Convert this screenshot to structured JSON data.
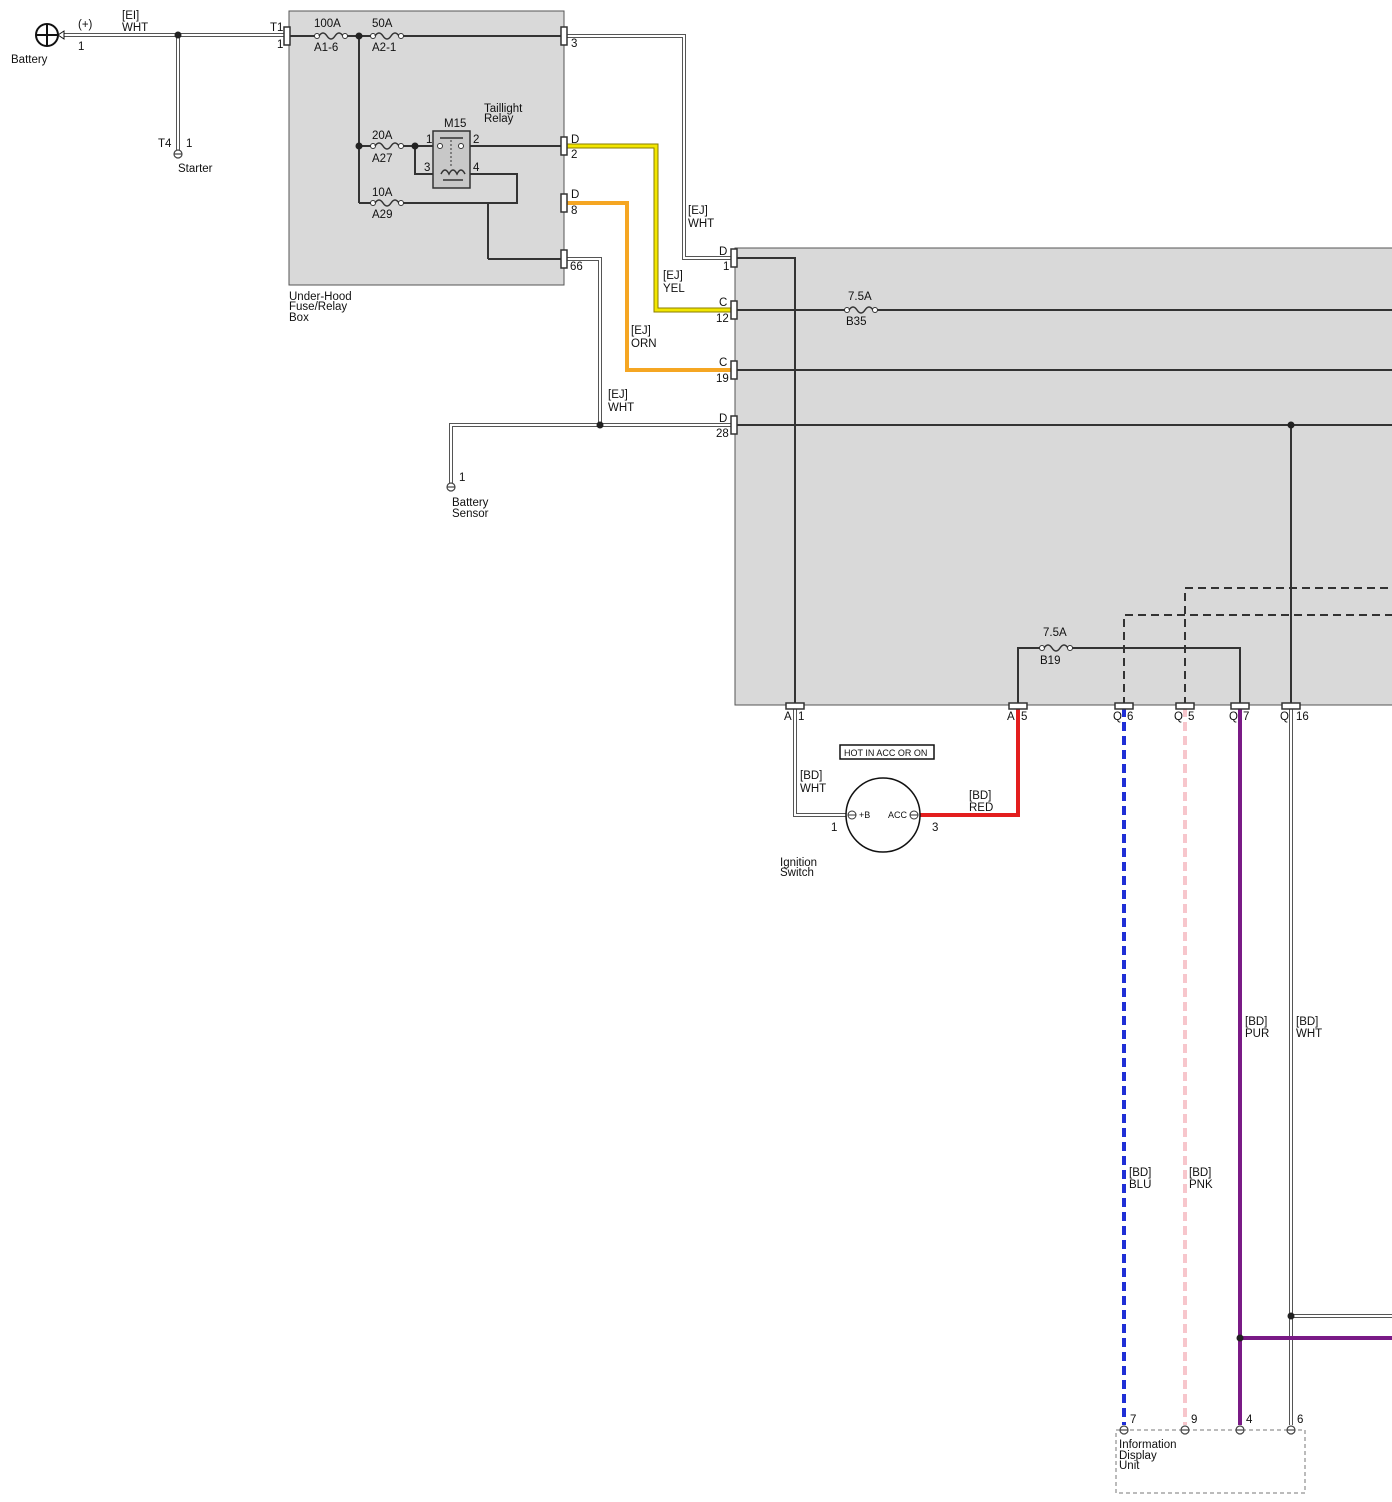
{
  "battery": {
    "label": "Battery",
    "polarity": "(+)",
    "pin": "1"
  },
  "starter": {
    "conn": "T4",
    "pin": "1",
    "label": "Starter"
  },
  "fuse_box": {
    "label": [
      "Under-Hood",
      "Fuse/Relay",
      "Box"
    ],
    "input_conn": "T1",
    "input_pin": "1",
    "fuses": [
      {
        "rating": "100A",
        "id": "A1-6"
      },
      {
        "rating": "50A",
        "id": "A2-1"
      },
      {
        "rating": "20A",
        "id": "A27"
      },
      {
        "rating": "10A",
        "id": "A29"
      }
    ],
    "relay": {
      "id": "M15",
      "name": [
        "Taillight",
        "Relay"
      ],
      "pins": [
        "1",
        "2",
        "3",
        "4"
      ]
    },
    "outputs": [
      {
        "conn": "",
        "pin": "3"
      },
      {
        "conn": "D",
        "pin": "2"
      },
      {
        "conn": "D",
        "pin": "8"
      },
      {
        "conn": "",
        "pin": "66"
      }
    ]
  },
  "wires": [
    {
      "harness": "[EI]",
      "color": "WHT"
    },
    {
      "harness": "[EJ]",
      "color": "WHT"
    },
    {
      "harness": "[EJ]",
      "color": "YEL"
    },
    {
      "harness": "[EJ]",
      "color": "ORN"
    },
    {
      "harness": "[EJ]",
      "color": "WHT"
    },
    {
      "harness": "[BD]",
      "color": "WHT"
    },
    {
      "harness": "[BD]",
      "color": "RED"
    },
    {
      "harness": "[BD]",
      "color": "BLU"
    },
    {
      "harness": "[BD]",
      "color": "PNK"
    },
    {
      "harness": "[BD]",
      "color": "PUR"
    },
    {
      "harness": "[BD]",
      "color": "WHT"
    }
  ],
  "battery_sensor": {
    "pin": "1",
    "label": [
      "Battery",
      "Sensor"
    ]
  },
  "main_box": {
    "left_pins": [
      {
        "conn": "D",
        "pin": "1"
      },
      {
        "conn": "C",
        "pin": "12"
      },
      {
        "conn": "C",
        "pin": "19"
      },
      {
        "conn": "D",
        "pin": "28"
      }
    ],
    "fuses": [
      {
        "rating": "7.5A",
        "id": "B35"
      },
      {
        "rating": "7.5A",
        "id": "B19"
      }
    ],
    "bottom_pins": [
      {
        "conn": "A",
        "pin": "1"
      },
      {
        "conn": "A",
        "pin": "5"
      },
      {
        "conn": "Q",
        "pin": "6"
      },
      {
        "conn": "Q",
        "pin": "5"
      },
      {
        "conn": "Q",
        "pin": "7"
      },
      {
        "conn": "Q",
        "pin": "16"
      }
    ]
  },
  "ignition": {
    "note": "HOT IN ACC OR ON",
    "label": [
      "Ignition",
      "Switch"
    ],
    "terminals": [
      "+B",
      "ACC"
    ],
    "pins": [
      "1",
      "3"
    ]
  },
  "info_display": {
    "label": [
      "Information",
      "Display",
      "Unit"
    ],
    "pins": [
      "7",
      "9",
      "4",
      "6"
    ]
  },
  "colors": {
    "WHT": "#ffffff",
    "YEL": "#f2e600",
    "ORN": "#f5a623",
    "RED": "#e31e1e",
    "BLU": "#1f2fd6",
    "PNK": "#f7c6cc",
    "PUR": "#7a1a86",
    "BLACK": "#333333",
    "box_fill": "#d9d9d9",
    "wire_outline": "#555555"
  }
}
